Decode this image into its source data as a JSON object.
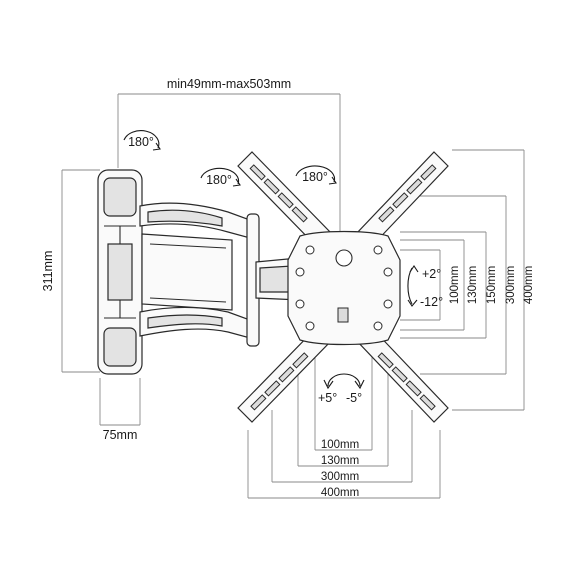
{
  "labels": {
    "arm_extension": "min49mm-max503mm",
    "rot_wall": "180°",
    "rot_elbow": "180°",
    "rot_head": "180°",
    "wall_height": "311mm",
    "wall_width": "75mm",
    "tilt_up": "+2°",
    "tilt_down": "-12°",
    "swivel_left": "+5°",
    "swivel_right": "-5°"
  },
  "vertical_dims": [
    "100mm",
    "130mm",
    "150mm",
    "300mm",
    "400mm"
  ],
  "horizontal_dims": [
    "100mm",
    "130mm",
    "300mm",
    "400mm"
  ]
}
